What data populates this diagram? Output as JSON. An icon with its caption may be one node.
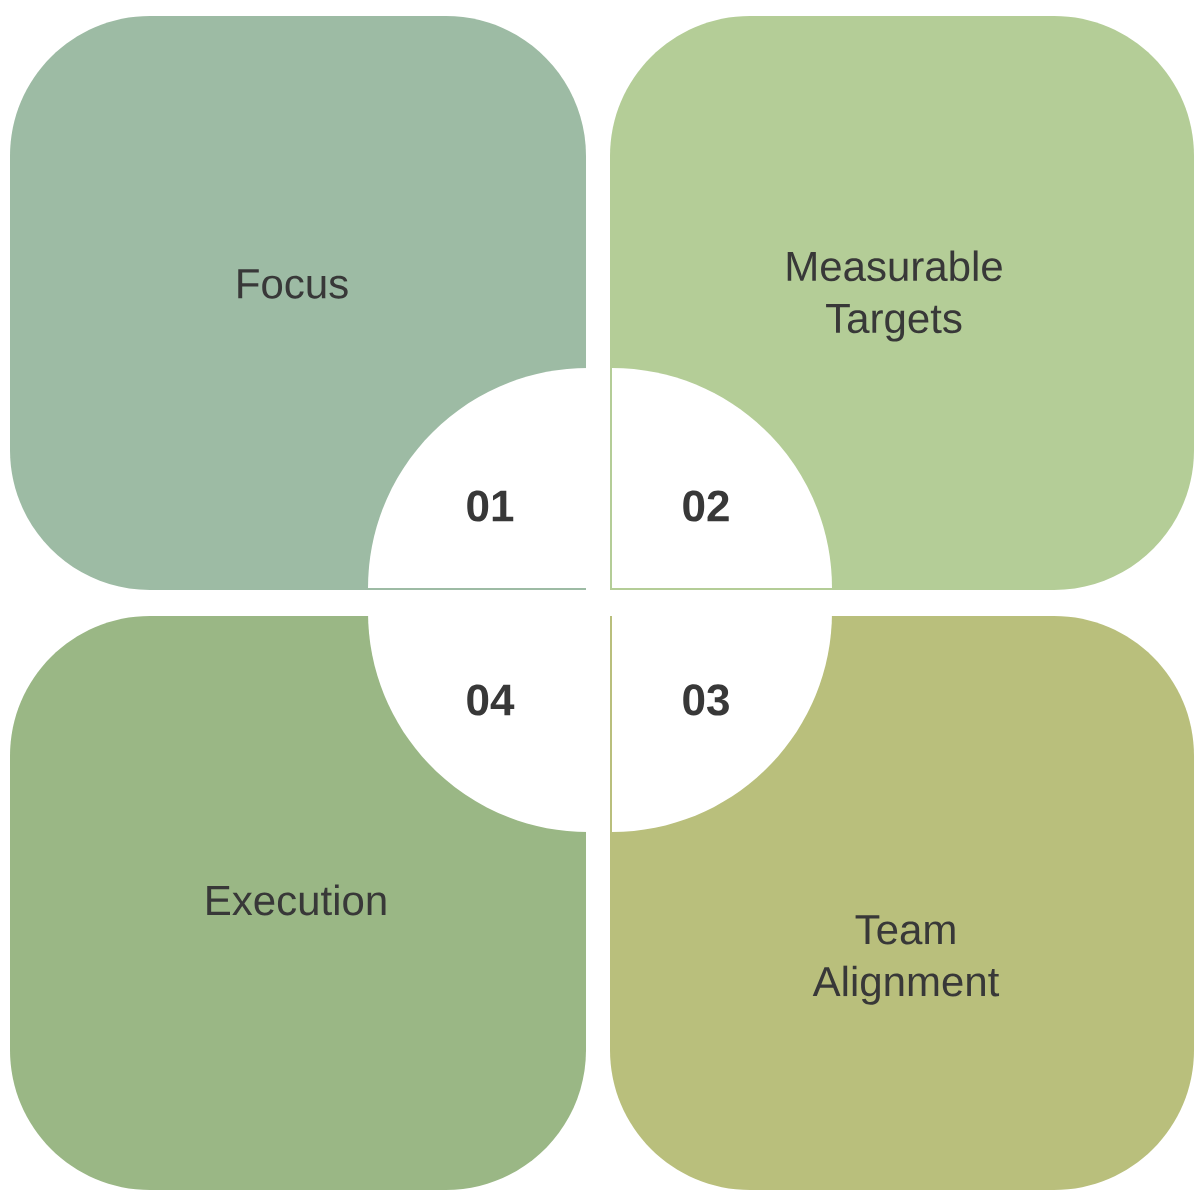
{
  "diagram": {
    "nodes": [
      {
        "text": [
          "Focus"
        ]
      },
      {
        "text": [
          "Measurable Targets"
        ]
      },
      {
        "text": [
          "Execution"
        ]
      },
      {
        "text": [
          "Team Alignment"
        ]
      },
      {
        "text": [
          "01"
        ],
        "in": 0
      },
      {
        "text": [
          "02"
        ],
        "in": 1
      },
      {
        "text": [
          "04"
        ],
        "in": 2
      },
      {
        "text": [
          "03"
        ],
        "in": 3
      }
    ]
  }
}
